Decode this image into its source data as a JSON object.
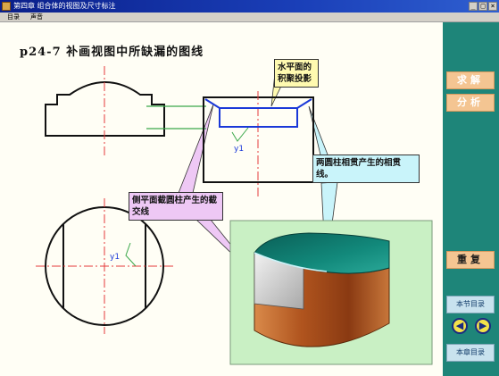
{
  "window": {
    "title": "第四章  组合体的视图及尺寸标注",
    "controls": [
      "_",
      "□",
      "×"
    ]
  },
  "menu": [
    "目录",
    "声音"
  ],
  "page": {
    "heading": "p24-7  补画视图中所缺漏的图线",
    "callouts": {
      "top": "水平面的积聚投影",
      "right": "两圆柱相贯产生的相贯线。",
      "left": "侧平面截圆柱产生的截交线"
    },
    "labels": {
      "front_view": "y1",
      "top_view": "y1"
    }
  },
  "sidebar": {
    "buttons": [
      "求解",
      "分析",
      "重复"
    ],
    "nav_top": "本节目录",
    "nav_bottom": "本章目录",
    "prev_icon": "left-arrow-icon",
    "next_icon": "right-arrow-icon"
  },
  "colors": {
    "sidebar": "#1e8579",
    "button_face": "#f4c592",
    "highlight": "#1a38d8",
    "model_body": "#b0541e",
    "model_top": "#0e7a6e"
  }
}
